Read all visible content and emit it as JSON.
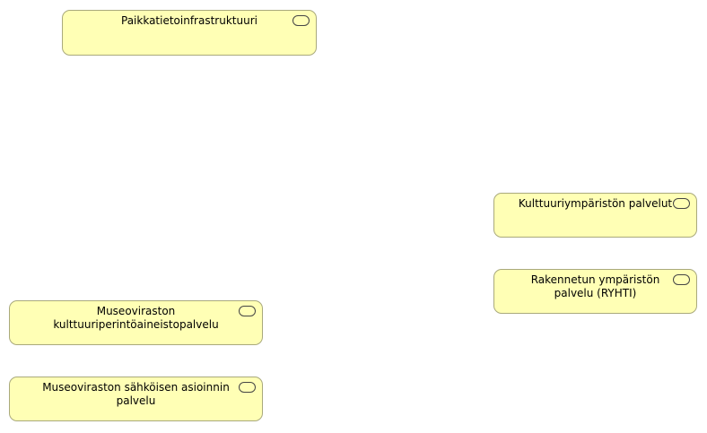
{
  "diagram": {
    "kind": "archimate-view",
    "colors": {
      "background": "#ffffff",
      "node_fill": "#ffffb5",
      "node_border": "#a9a97c",
      "icon_stroke": "#454545",
      "text": "#000000"
    },
    "nodes": [
      {
        "label": "Paikkatietoinfrastruktuuri",
        "lines": [
          "Paikkatietoinfrastruktuuri"
        ],
        "icon": "application-service-icon"
      },
      {
        "label": "Kulttuuriympäristön palvelut",
        "lines": [
          "Kulttuuriympäristön palvelut"
        ],
        "icon": "application-service-icon"
      },
      {
        "label": "Rakennetun ympäristön palvelu (RYHTI)",
        "lines": [
          "Rakennetun ympäristön",
          "palvelu (RYHTI)"
        ],
        "icon": "application-service-icon"
      },
      {
        "label": "Museoviraston kulttuuriperintöaineistopalvelu",
        "lines": [
          "Museoviraston",
          "kulttuuriperintöaineistopalvelu"
        ],
        "icon": "application-service-icon"
      },
      {
        "label": "Museoviraston sähköisen asioinnin palvelu",
        "lines": [
          "Museoviraston sähköisen asioinnin",
          "palvelu"
        ],
        "icon": "application-service-icon"
      }
    ]
  }
}
